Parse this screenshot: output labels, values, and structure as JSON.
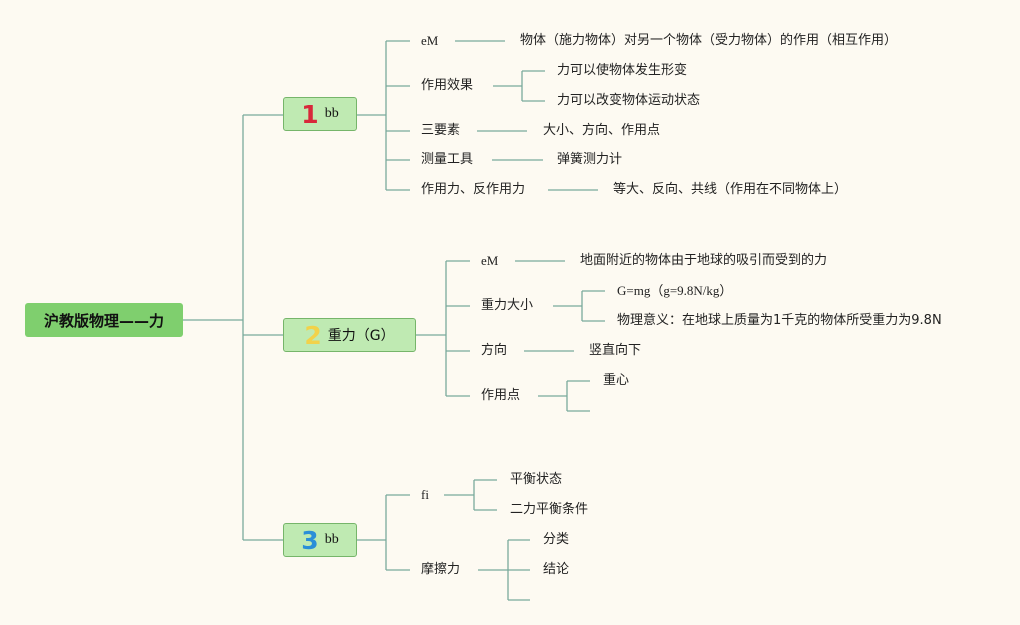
{
  "root": {
    "label": "沪教版物理——力"
  },
  "branches": [
    {
      "number": "1",
      "number_color": "#d8283a",
      "label": "bb",
      "children": [
        {
          "label": "eM",
          "leaves": [
            "物体（施力物体）对另一个物体（受力物体）的作用（相互作用）"
          ]
        },
        {
          "label": "作用效果",
          "leaves": [
            "力可以使物体发生形变",
            "力可以改变物体运动状态"
          ]
        },
        {
          "label": "三要素",
          "leaves": [
            "大小、方向、作用点"
          ]
        },
        {
          "label": "测量工具",
          "leaves": [
            "弹簧测力计"
          ]
        },
        {
          "label": "作用力、反作用力",
          "leaves": [
            "等大、反向、共线（作用在不同物体上）"
          ]
        }
      ]
    },
    {
      "number": "2",
      "number_color": "#f2d24a",
      "label": "重力（G）",
      "children": [
        {
          "label": "eM",
          "leaves": [
            "地面附近的物体由于地球的吸引而受到的力"
          ]
        },
        {
          "label": "重力大小",
          "leaves": [
            "G=mg（g=9.8N/kg）",
            "物理意义：在地球上质量为1千克的物体所受重力为9.8N"
          ]
        },
        {
          "label": "方向",
          "leaves": [
            "竖直向下"
          ]
        },
        {
          "label": "作用点",
          "leaves": [
            "重心"
          ]
        }
      ]
    },
    {
      "number": "3",
      "number_color": "#2a8fd8",
      "label": "bb",
      "children": [
        {
          "label": "fi",
          "leaves": [
            "平衡状态",
            "二力平衡条件"
          ]
        },
        {
          "label": "摩擦力",
          "leaves": [
            "分类",
            "结论"
          ]
        }
      ]
    }
  ],
  "colors": {
    "line": "#7aaa9c",
    "root_fill": "#7fcf6e",
    "branch_fill": "#bfeab2",
    "background": "#fdfaf2"
  }
}
